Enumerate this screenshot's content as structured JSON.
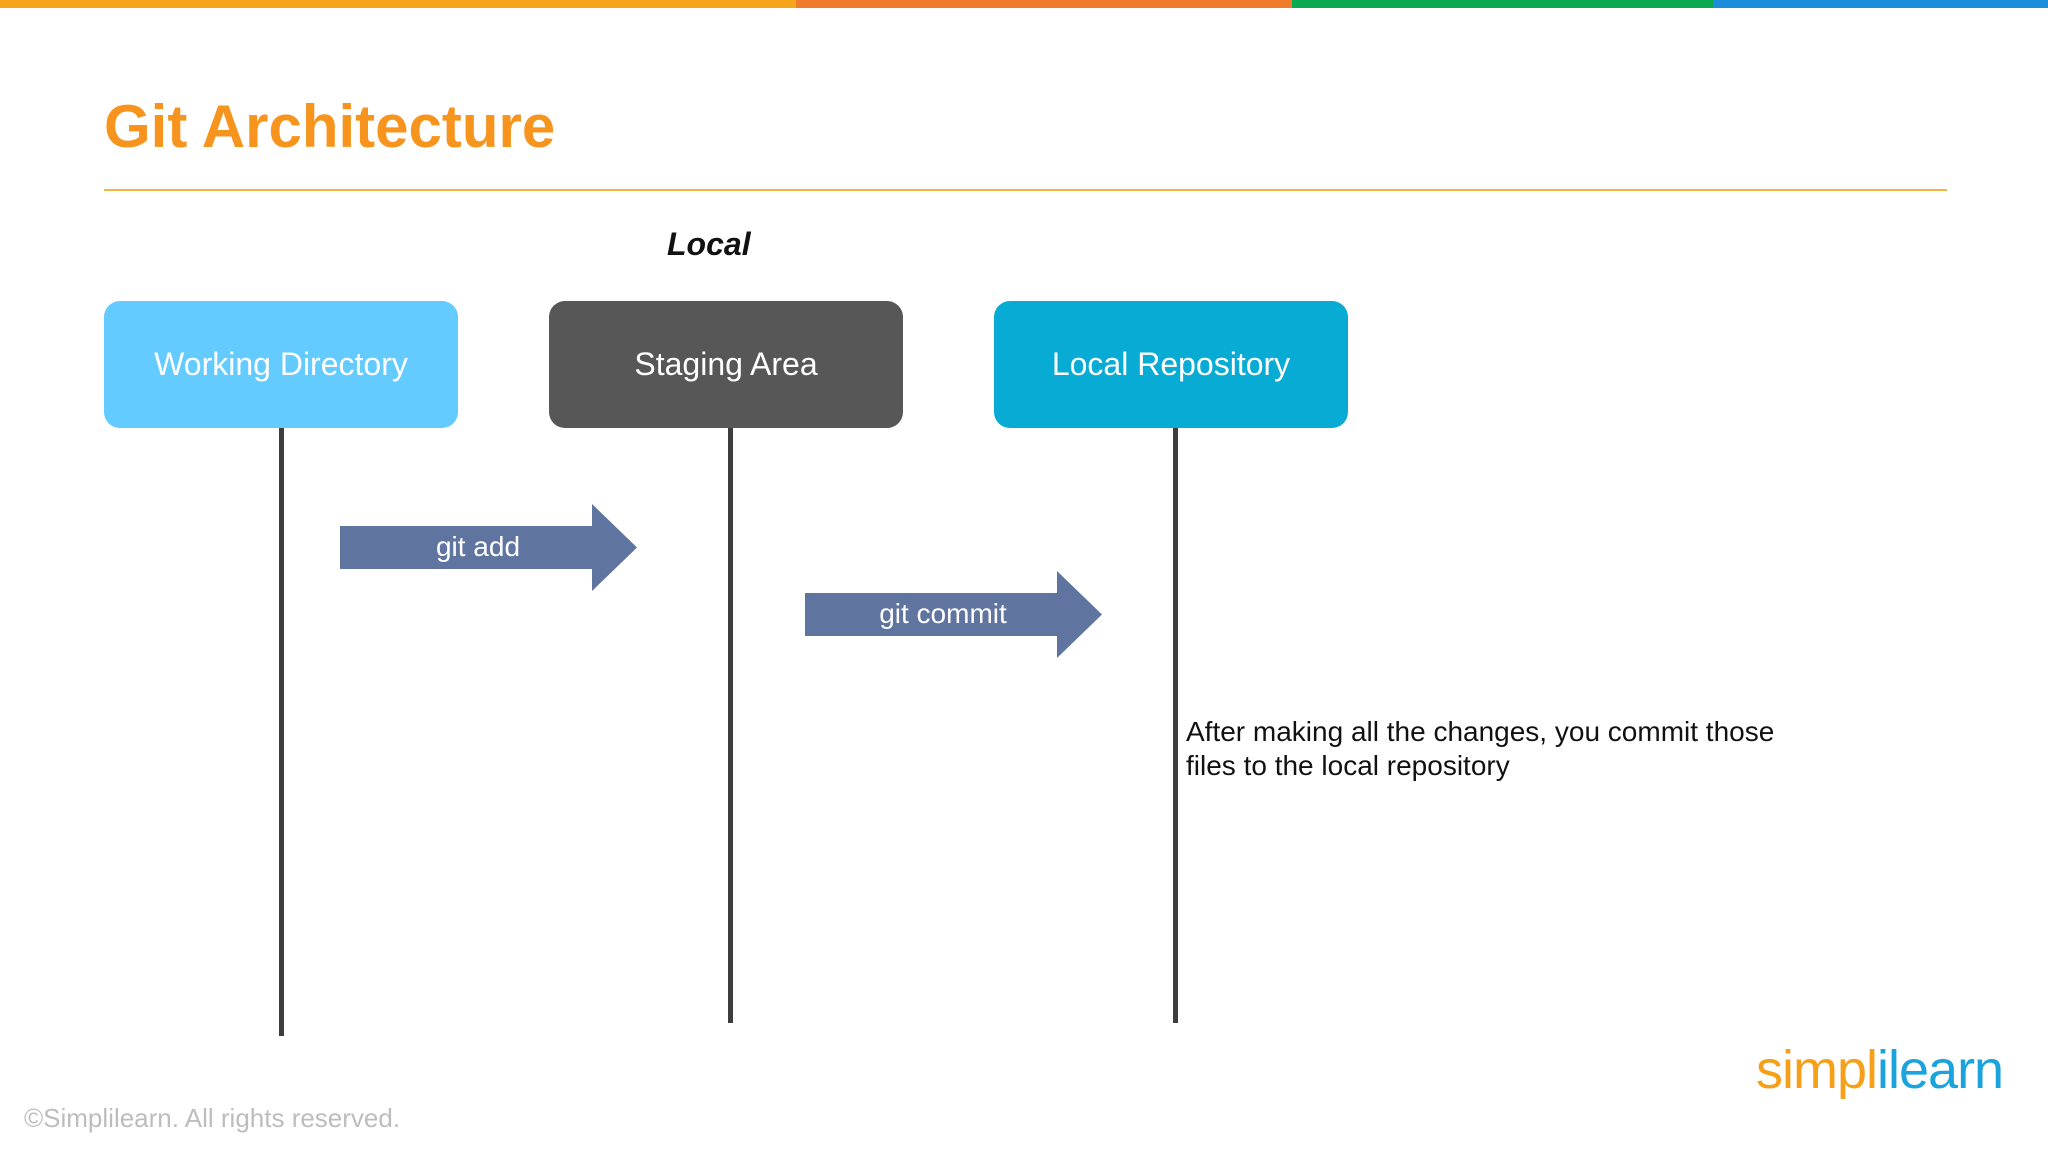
{
  "colors": {
    "topbar": [
      "#f7a41d",
      "#ef7b2b",
      "#0aa84f",
      "#1a8ddb"
    ],
    "title": "#f7941d",
    "title_rule": "#f2b441",
    "working_directory": "#63cbff",
    "staging_area": "#575757",
    "local_repository": "#08abd3",
    "arrow": "#6074a0"
  },
  "slide": {
    "title": "Git Architecture",
    "section_label": "Local"
  },
  "nodes": {
    "working_directory": "Working Directory",
    "staging_area": "Staging Area",
    "local_repository": "Local Repository"
  },
  "arrows": {
    "git_add": "git add",
    "git_commit": "git commit"
  },
  "note": "After making all the changes, you commit those files to the local repository",
  "footer": {
    "copyright": "©Simplilearn. All rights reserved.",
    "logo_part1": "simpl",
    "logo_part2": "ilearn"
  }
}
